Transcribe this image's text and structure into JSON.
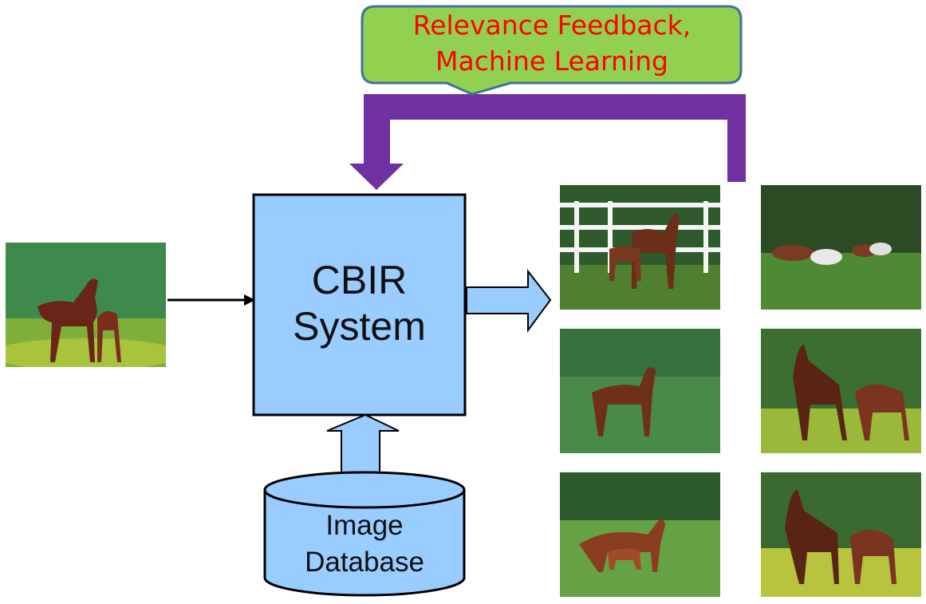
{
  "callout": {
    "line1": "Relevance Feedback,",
    "line2": "Machine Learning"
  },
  "system_box": {
    "line1": "CBIR",
    "line2": "System"
  },
  "database": {
    "line1": "Image",
    "line2": "Database"
  },
  "colors": {
    "box_fill": "#99ccff",
    "callout_fill": "#92d050",
    "callout_border": "#41719c",
    "feedback_arrow": "#7030a0",
    "callout_text": "#ff0000"
  },
  "images": {
    "query": "horse-photo",
    "results": [
      "horse-photo",
      "horse-photo",
      "horse-photo",
      "horse-photo",
      "horse-photo",
      "horse-photo"
    ]
  }
}
